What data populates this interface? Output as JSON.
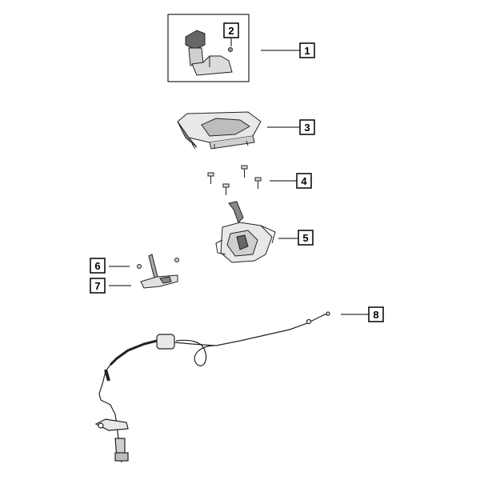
{
  "diagram": {
    "callouts": [
      {
        "id": "c1",
        "label": "1"
      },
      {
        "id": "c2",
        "label": "2"
      },
      {
        "id": "c3",
        "label": "3"
      },
      {
        "id": "c4",
        "label": "4"
      },
      {
        "id": "c5",
        "label": "5"
      },
      {
        "id": "c6",
        "label": "6"
      },
      {
        "id": "c7",
        "label": "7"
      },
      {
        "id": "c8",
        "label": "8"
      }
    ],
    "parts": [
      {
        "callout": "1",
        "icon": "shift-knob-icon"
      },
      {
        "callout": "2",
        "icon": "screw-icon"
      },
      {
        "callout": "3",
        "icon": "shifter-bezel-icon"
      },
      {
        "callout": "4",
        "icon": "bolt-icon"
      },
      {
        "callout": "5",
        "icon": "shifter-assembly-icon"
      },
      {
        "callout": "6",
        "icon": "nut-icon"
      },
      {
        "callout": "7",
        "icon": "bracket-icon"
      },
      {
        "callout": "8",
        "icon": "shift-cable-icon"
      }
    ],
    "colors": {
      "line": "#000000",
      "part_stroke": "#222222",
      "part_fill": "#e8e8e8",
      "dark_fill": "#555555"
    }
  }
}
